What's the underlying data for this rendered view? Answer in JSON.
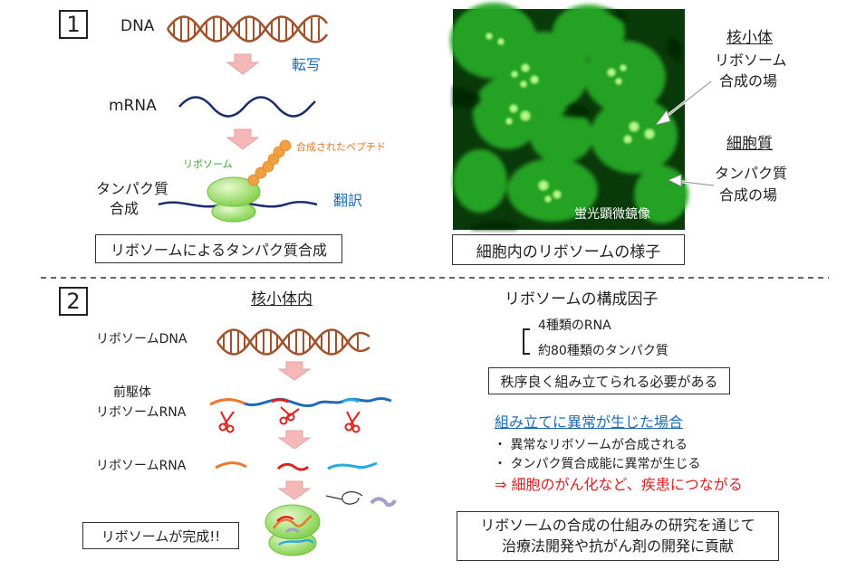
{
  "section1": {
    "number": "1",
    "dna": "DNA",
    "transcription": "転写",
    "mrna": "mRNA",
    "peptide": "合成されたペプチド",
    "ribosome": "リボソーム",
    "protein_synthesis_line1": "タンパク質",
    "protein_synthesis_line2": "合成",
    "translation": "翻訳",
    "caption_left": "リボソームによるタンパク質合成",
    "micro_label": "蛍光顕微鏡像",
    "nucleolus_title": "核小体",
    "nucleolus_desc_line1": "リボソーム",
    "nucleolus_desc_line2": "合成の場",
    "cytoplasm_title": "細胞質",
    "cytoplasm_desc_line1": "タンパク質",
    "cytoplasm_desc_line2": "合成の場",
    "caption_right": "細胞内のリボソームの様子"
  },
  "section2": {
    "number": "2",
    "inside_nucleolus": "核小体内",
    "ribosome_dna": "リボソームDNA",
    "precursor_line1": "前駆体",
    "precursor_line2": "リボソームRNA",
    "ribosome_rna": "リボソームRNA",
    "complete": "リボソームが完成!!",
    "components_title": "リボソームの構成因子",
    "component_1": "4種類のRNA",
    "component_2": "約80種類のタンパク質",
    "assembly_note": "秩序良く組み立てられる必要がある",
    "abnormal_title": "組み立てに異常が生じた場合",
    "abnormal_1": "・ 異常なリボソームが合成される",
    "abnormal_2": "・ タンパク質合成能に異常が生じる",
    "consequence": "⇒ 細胞のがん化など、疾患につながる",
    "research_line1": "リボソームの合成の仕組みの研究を通じて",
    "research_line2": "治療法開発や抗がん剤の開発に貢献"
  },
  "colors": {
    "dna": "#a0522d",
    "mrna": "#1c2d6b",
    "arrow": "#f4b8b8",
    "ribosome": "#9bdc6a",
    "peptide": "#f0a040",
    "fluorescence": "#22b422",
    "rna_orange": "#e8782a",
    "rna_red": "#e02020",
    "rna_cyan": "#2aa8e0",
    "consequence": "#e02020",
    "link_blue": "#1f6bb5"
  },
  "icons": [
    "scissors-icon",
    "arrow-down-icon",
    "pointer-arrow-icon"
  ]
}
